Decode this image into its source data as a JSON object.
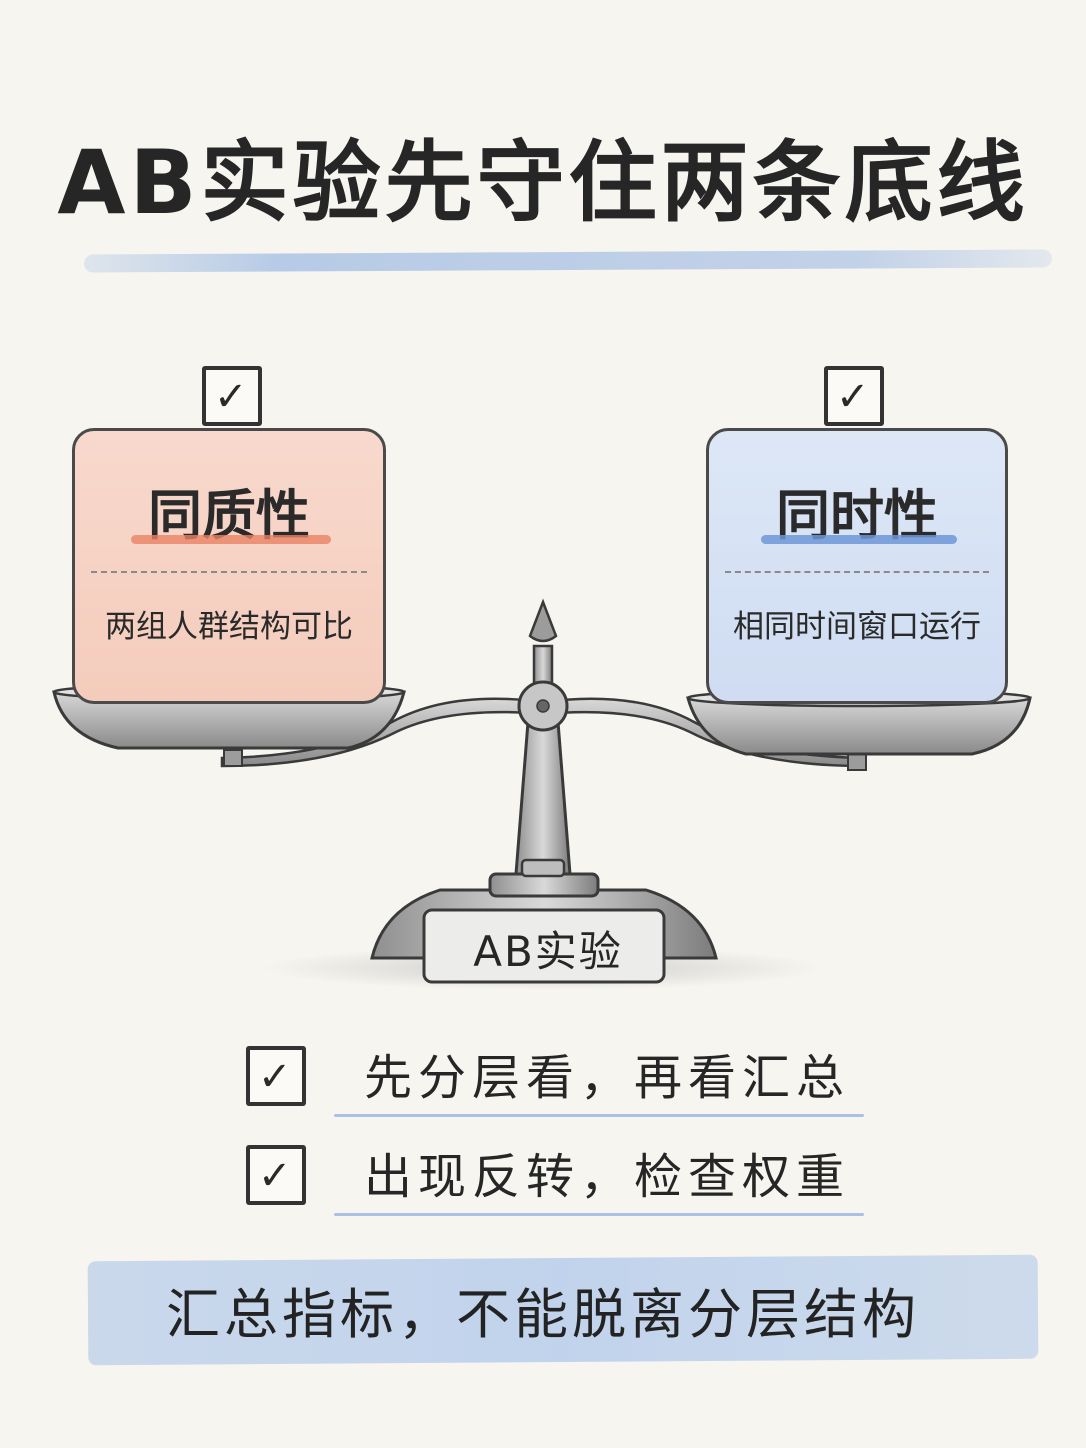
{
  "title": "AB实验先守住两条底线",
  "left_card": {
    "title": "同质性",
    "description": "两组人群结构可比",
    "accent_color": "#f4ccbc"
  },
  "right_card": {
    "title": "同时性",
    "description": "相同时间窗口运行",
    "accent_color": "#cfdcf2"
  },
  "scale_base_label": "AB实验",
  "checklist": [
    {
      "text": "先分层看，再看汇总",
      "checked": true
    },
    {
      "text": "出现反转，检查权重",
      "checked": true
    }
  ],
  "conclusion": "汇总指标，不能脱离分层结构",
  "icons": {
    "checkmark": "check-icon"
  }
}
